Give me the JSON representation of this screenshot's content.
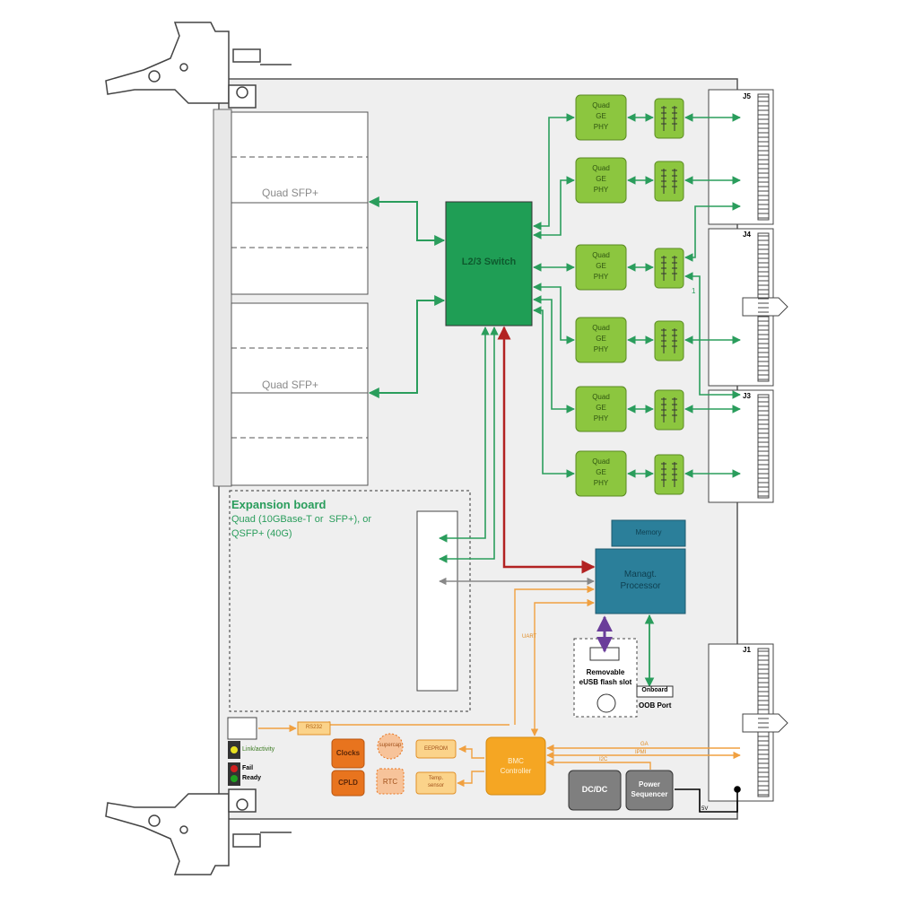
{
  "sfp_cages": {
    "upper_label": "Quad SFP+",
    "lower_label": "Quad SFP+"
  },
  "expansion": {
    "title": "Expansion board",
    "line1": "Quad (10GBase-T or  SFP+), or",
    "line2": "QSFP+ (40G)"
  },
  "switch": {
    "label": "L2/3 Switch"
  },
  "phys": [
    {
      "l1": "Quad",
      "l2": "GE",
      "l3": "PHY"
    },
    {
      "l1": "Quad",
      "l2": "GE",
      "l3": "PHY"
    },
    {
      "l1": "Quad",
      "l2": "GE",
      "l3": "PHY"
    },
    {
      "l1": "Quad",
      "l2": "GE",
      "l3": "PHY"
    },
    {
      "l1": "Quad",
      "l2": "GE",
      "l3": "PHY"
    },
    {
      "l1": "Quad",
      "l2": "GE",
      "l3": "PHY"
    }
  ],
  "connectors": {
    "j5": "J5",
    "j4": "J4",
    "j3": "J3",
    "j1": "J1"
  },
  "one_marker": "1",
  "memory": {
    "label": "Memory"
  },
  "processor": {
    "l1": "Managt.",
    "l2": "Processor"
  },
  "uart": "UART",
  "usb": {
    "l1": "Removable",
    "l2": "eUSB flash slot"
  },
  "onboard": "Onboard",
  "oob": "OOB Port",
  "rs232": "RS232",
  "leds": {
    "link": "Link/activity",
    "fail": "Fail",
    "ready": "Ready"
  },
  "clocks": "Clocks",
  "cpld": "CPLD",
  "supercap": "supercap",
  "rtc": "RTC",
  "eeprom": "EEPROM",
  "temp": {
    "l1": "Temp.",
    "l2": "sensor"
  },
  "bmc": {
    "l1": "BMC",
    "l2": "Controller"
  },
  "ga": "GA",
  "ipmi": "IPMI",
  "i2c": "I2C",
  "dcdc": "DC/DC",
  "power": {
    "l1": "Power",
    "l2": "Sequencer"
  },
  "fivev": "5V",
  "colors": {
    "board": "#efefef",
    "green_link": "#2a9d5c",
    "switch": "#1f9e55",
    "phy": "#8cc63f",
    "processor": "#2b7f9a",
    "mgmt_link": "#b22222",
    "orange": "#f5a623",
    "orange_dark": "#e8741e",
    "usb_purple": "#6a3d9a",
    "grey_box": "#7f7f7f"
  }
}
